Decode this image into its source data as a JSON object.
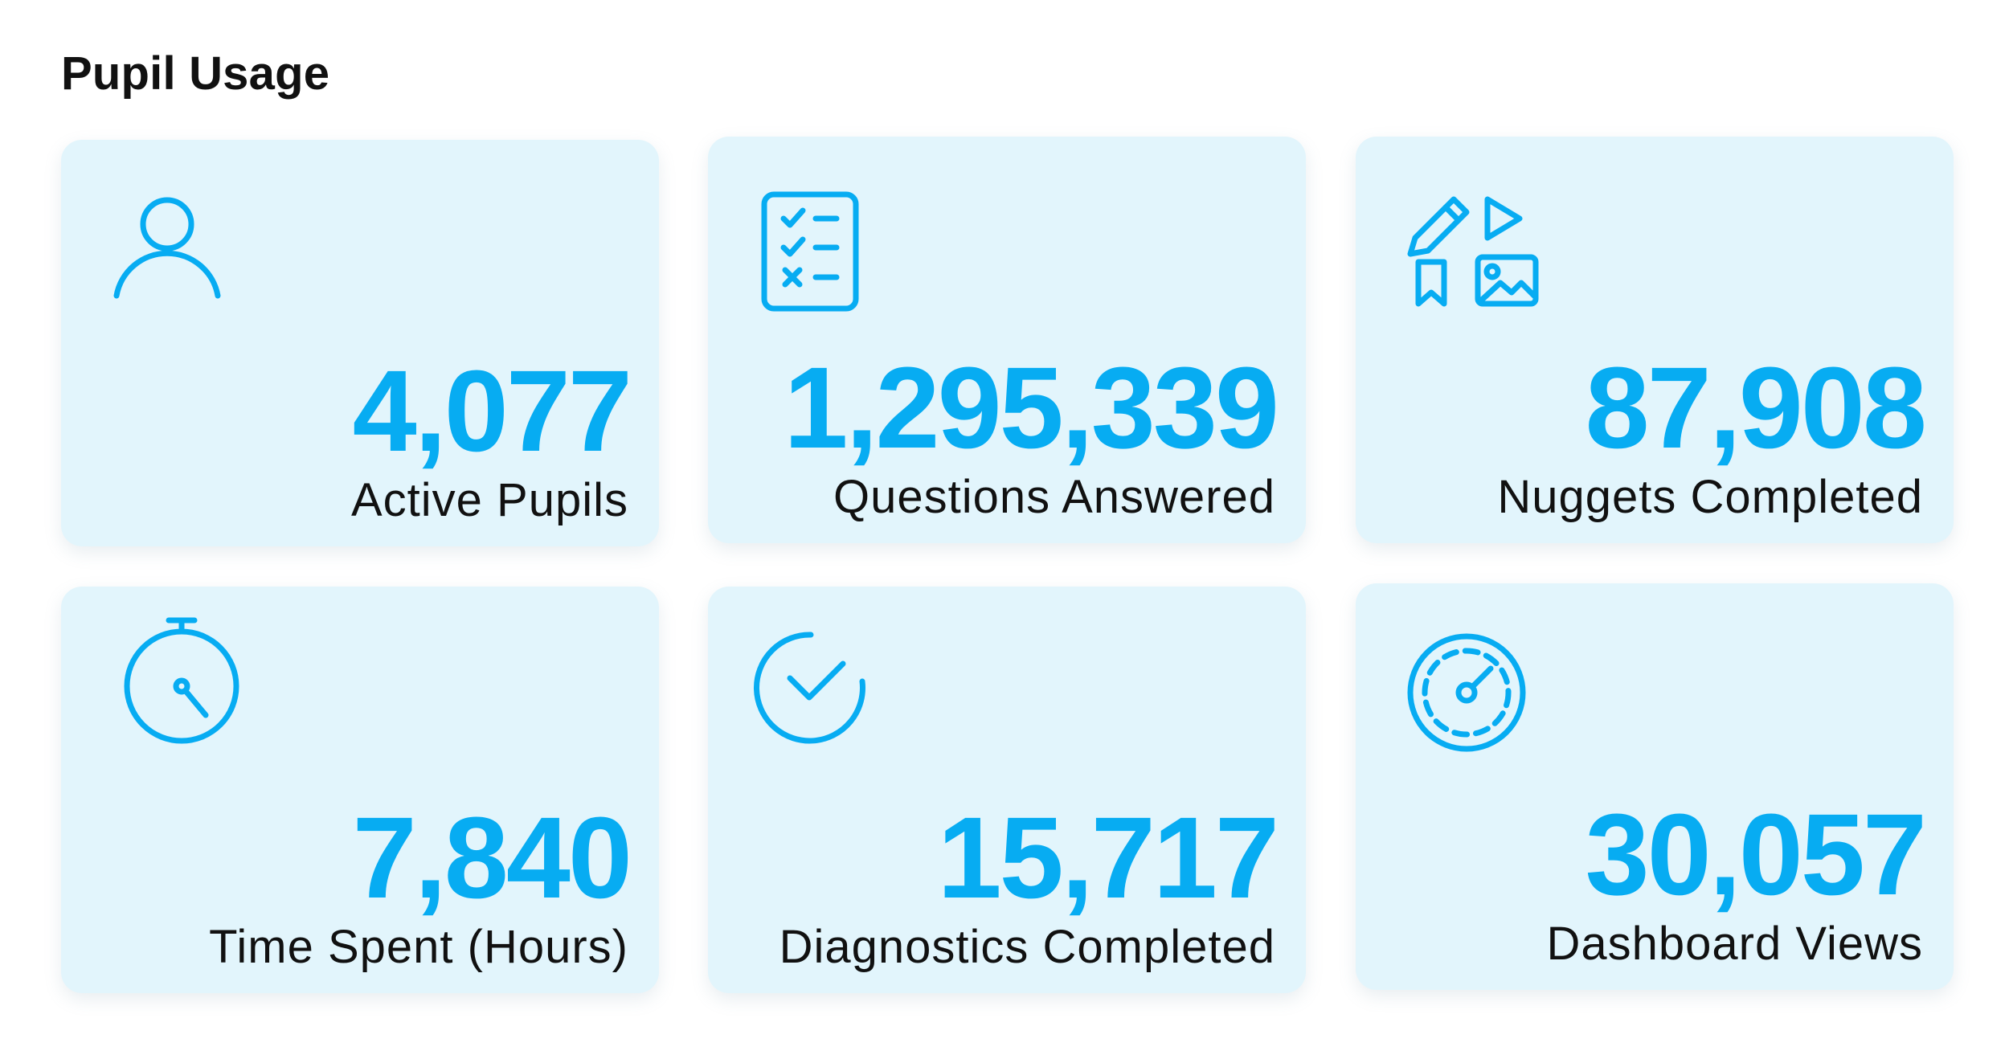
{
  "header": {
    "title": "Pupil Usage"
  },
  "accent_color": "#07acf2",
  "card_background": "#e2f5fc",
  "cards": [
    {
      "icon": "user-icon",
      "value": "4,077",
      "label": "Active Pupils"
    },
    {
      "icon": "checklist-icon",
      "value": "1,295,339",
      "label": "Questions Answered"
    },
    {
      "icon": "media-collection-icon",
      "value": "87,908",
      "label": "Nuggets Completed"
    },
    {
      "icon": "stopwatch-icon",
      "value": "7,840",
      "label": "Time Spent (Hours)"
    },
    {
      "icon": "check-circle-icon",
      "value": "15,717",
      "label": "Diagnostics Completed"
    },
    {
      "icon": "speedometer-icon",
      "value": "30,057",
      "label": "Dashboard Views"
    }
  ]
}
